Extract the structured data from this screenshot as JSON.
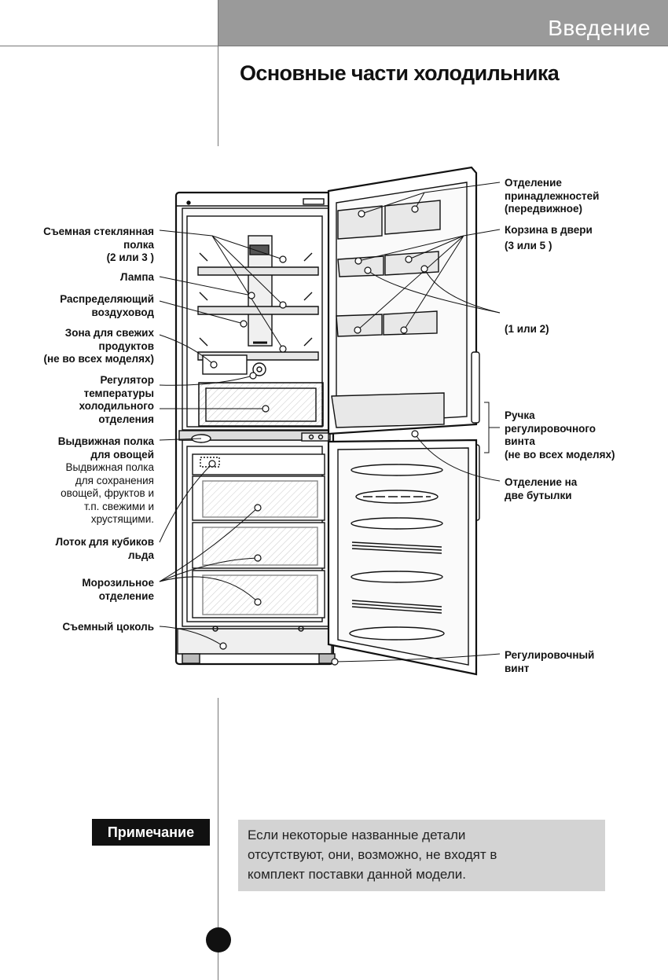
{
  "header": {
    "section_title": "Введение"
  },
  "page_title": "Основные части холодильника",
  "labels_left": {
    "glass_shelf": [
      "Съемная стеклянная",
      "полка",
      "(2 или 3 )"
    ],
    "lamp": [
      "Лампа"
    ],
    "air_duct": [
      "Распределяющий",
      "воздуховод"
    ],
    "fresh_zone": [
      "Зона для свежих",
      "продуктов",
      "(не во всех моделях)"
    ],
    "temp_regulator": [
      "Регулятор",
      "температуры",
      "холодильного",
      "отделения"
    ],
    "veg_drawer": [
      "Выдвижная полка",
      "для овощей"
    ],
    "veg_drawer_desc": [
      "Выдвижная полка",
      "для сохранения",
      "овощей, фруктов и",
      "т.п. свежими и",
      "хрустящими."
    ],
    "ice_tray": [
      "Лоток для кубиков",
      "льда"
    ],
    "freezer": [
      "Морозильное",
      "отделение"
    ],
    "base": [
      "Съемный цоколь"
    ]
  },
  "labels_right": {
    "accessory": [
      "Отделение",
      "принадлежностей",
      "(передвижное)"
    ],
    "door_basket": [
      "Корзина в двери",
      "(3 или 5 )"
    ],
    "door_basket_alt": [
      "(1 или 2)"
    ],
    "screw_handle": [
      "Ручка",
      "регулировочного",
      "винта",
      "(не во всех моделях)"
    ],
    "bottle": [
      "Отделение на",
      "две бутылки"
    ],
    "leveling_screw": [
      "Регулировочный",
      "винт"
    ]
  },
  "note": {
    "tag": "Примечание",
    "lines": [
      "Если некоторые названные детали",
      "отсутствуют, они, возможно, не входят в",
      "комплект поставки данной модели."
    ]
  }
}
